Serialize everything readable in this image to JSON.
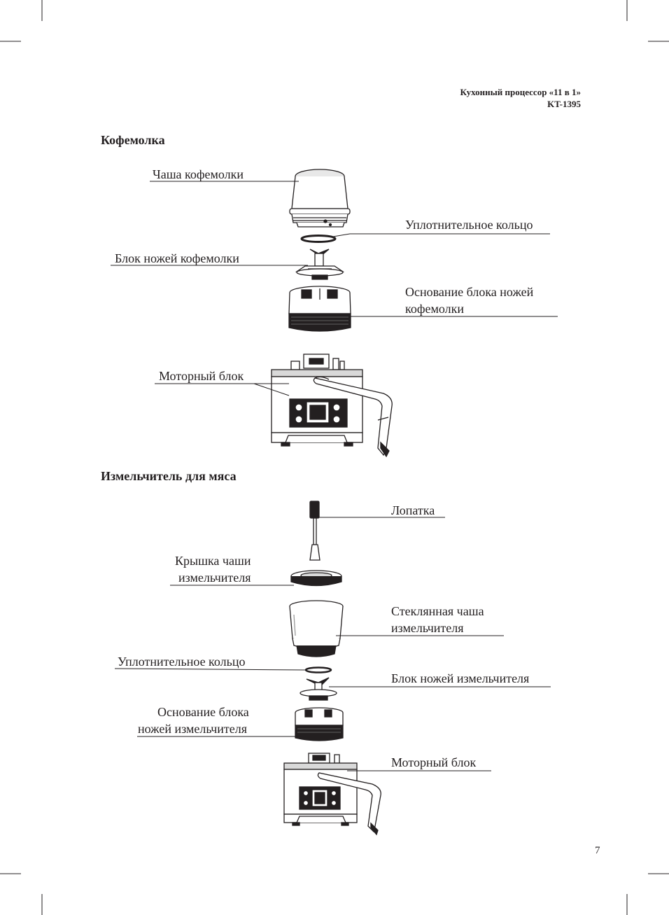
{
  "header": {
    "title": "Кухонный процессор «11 в 1»",
    "model": "KT-1395"
  },
  "page_number": "7",
  "section1": {
    "title": "Кофемолка",
    "labels": {
      "bowl": "Чаша кофемолки",
      "seal": "Уплотнительное кольцо",
      "blade": "Блок ножей кофемолки",
      "base_l1": "Основание блока ножей",
      "base_l2": "кофемолки",
      "motor": "Моторный блок"
    }
  },
  "section2": {
    "title": "Измельчитель для мяса",
    "labels": {
      "spatula": "Лопатка",
      "lid_l1": "Крышка чаши",
      "lid_l2": "измельчителя",
      "bowl_l1": "Стеклянная чаша",
      "bowl_l2": "измельчителя",
      "seal": "Уплотнительное кольцо",
      "blade": "Блок ножей измельчителя",
      "base_l1": "Основание блока",
      "base_l2": "ножей измельчителя",
      "motor": "Моторный блок"
    }
  }
}
